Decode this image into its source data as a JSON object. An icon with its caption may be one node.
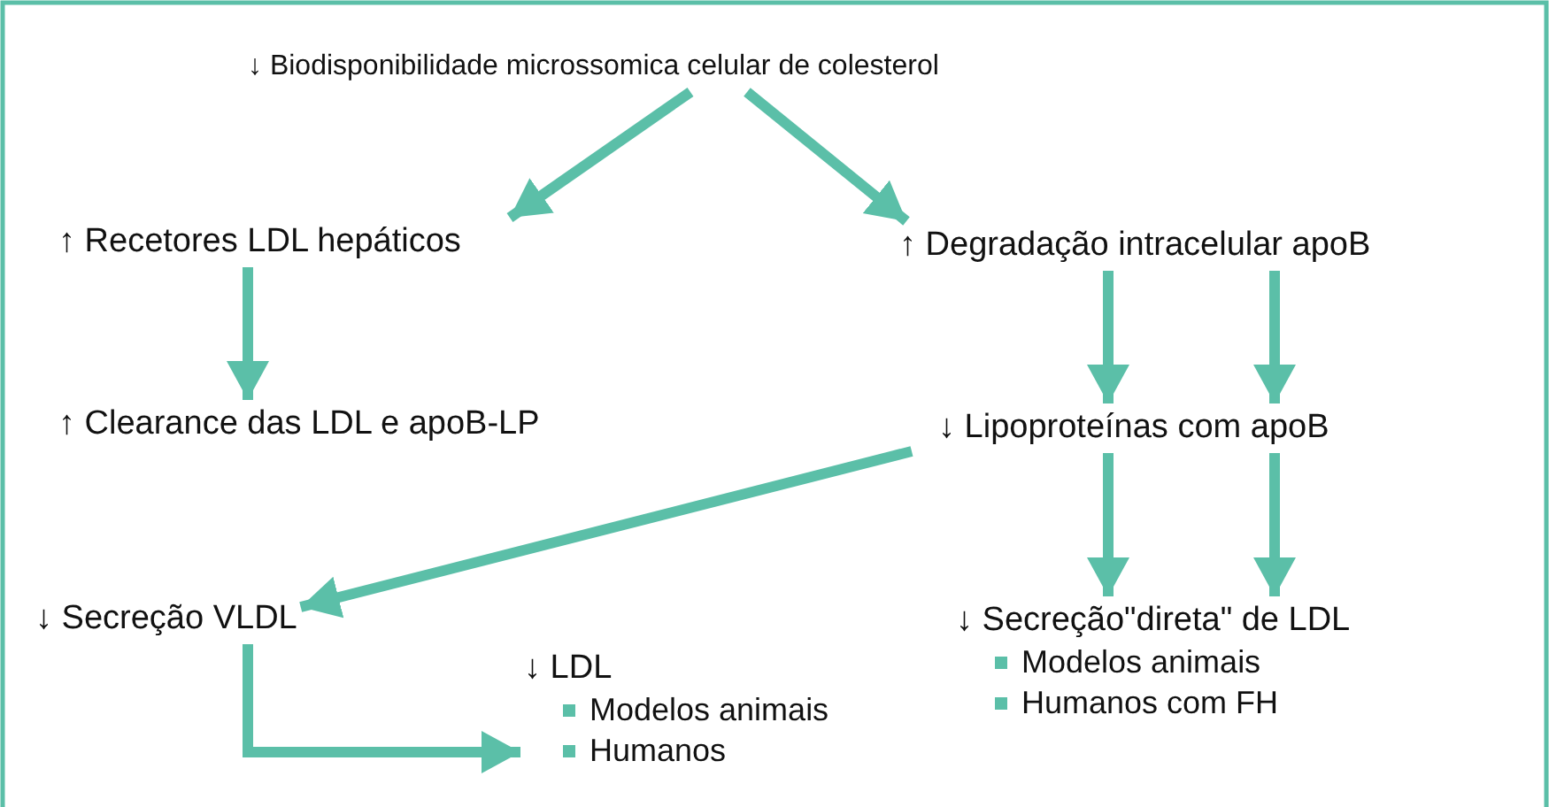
{
  "diagram": {
    "nodes": [
      {
        "text": [
          "↓ Biodisponibilidade microssomica celular de colesterol"
        ]
      },
      {
        "text": [
          "↑ Recetores LDL hepáticos"
        ]
      },
      {
        "text": [
          "↑ Degradação intracelular apoB"
        ]
      },
      {
        "text": [
          "↑ Clearance das LDL e apoB-LP"
        ]
      },
      {
        "text": [
          "↓ Lipoproteínas com apoB"
        ]
      },
      {
        "text": [
          "↓ Secreção VLDL"
        ]
      },
      {
        "text": [
          "↓ LDL",
          "Modelos animais",
          "Humanos"
        ]
      },
      {
        "text": [
          "↓ Secreção\"direta\" de LDL",
          "Modelos animais",
          "Humanos com FH"
        ]
      }
    ],
    "edges": [
      {
        "from": 0,
        "to": 1,
        "arrow": "to"
      },
      {
        "from": 0,
        "to": 2,
        "arrow": "to"
      },
      {
        "from": 1,
        "to": 3,
        "arrow": "to"
      },
      {
        "from": 2,
        "to": 4,
        "arrow": "to"
      },
      {
        "from": 2,
        "to": 4,
        "arrow": "to"
      },
      {
        "from": 4,
        "to": 5,
        "arrow": "to"
      },
      {
        "from": 4,
        "to": 7,
        "arrow": "to"
      },
      {
        "from": 4,
        "to": 7,
        "arrow": "to"
      },
      {
        "from": 5,
        "to": 6,
        "arrow": "to"
      }
    ]
  }
}
